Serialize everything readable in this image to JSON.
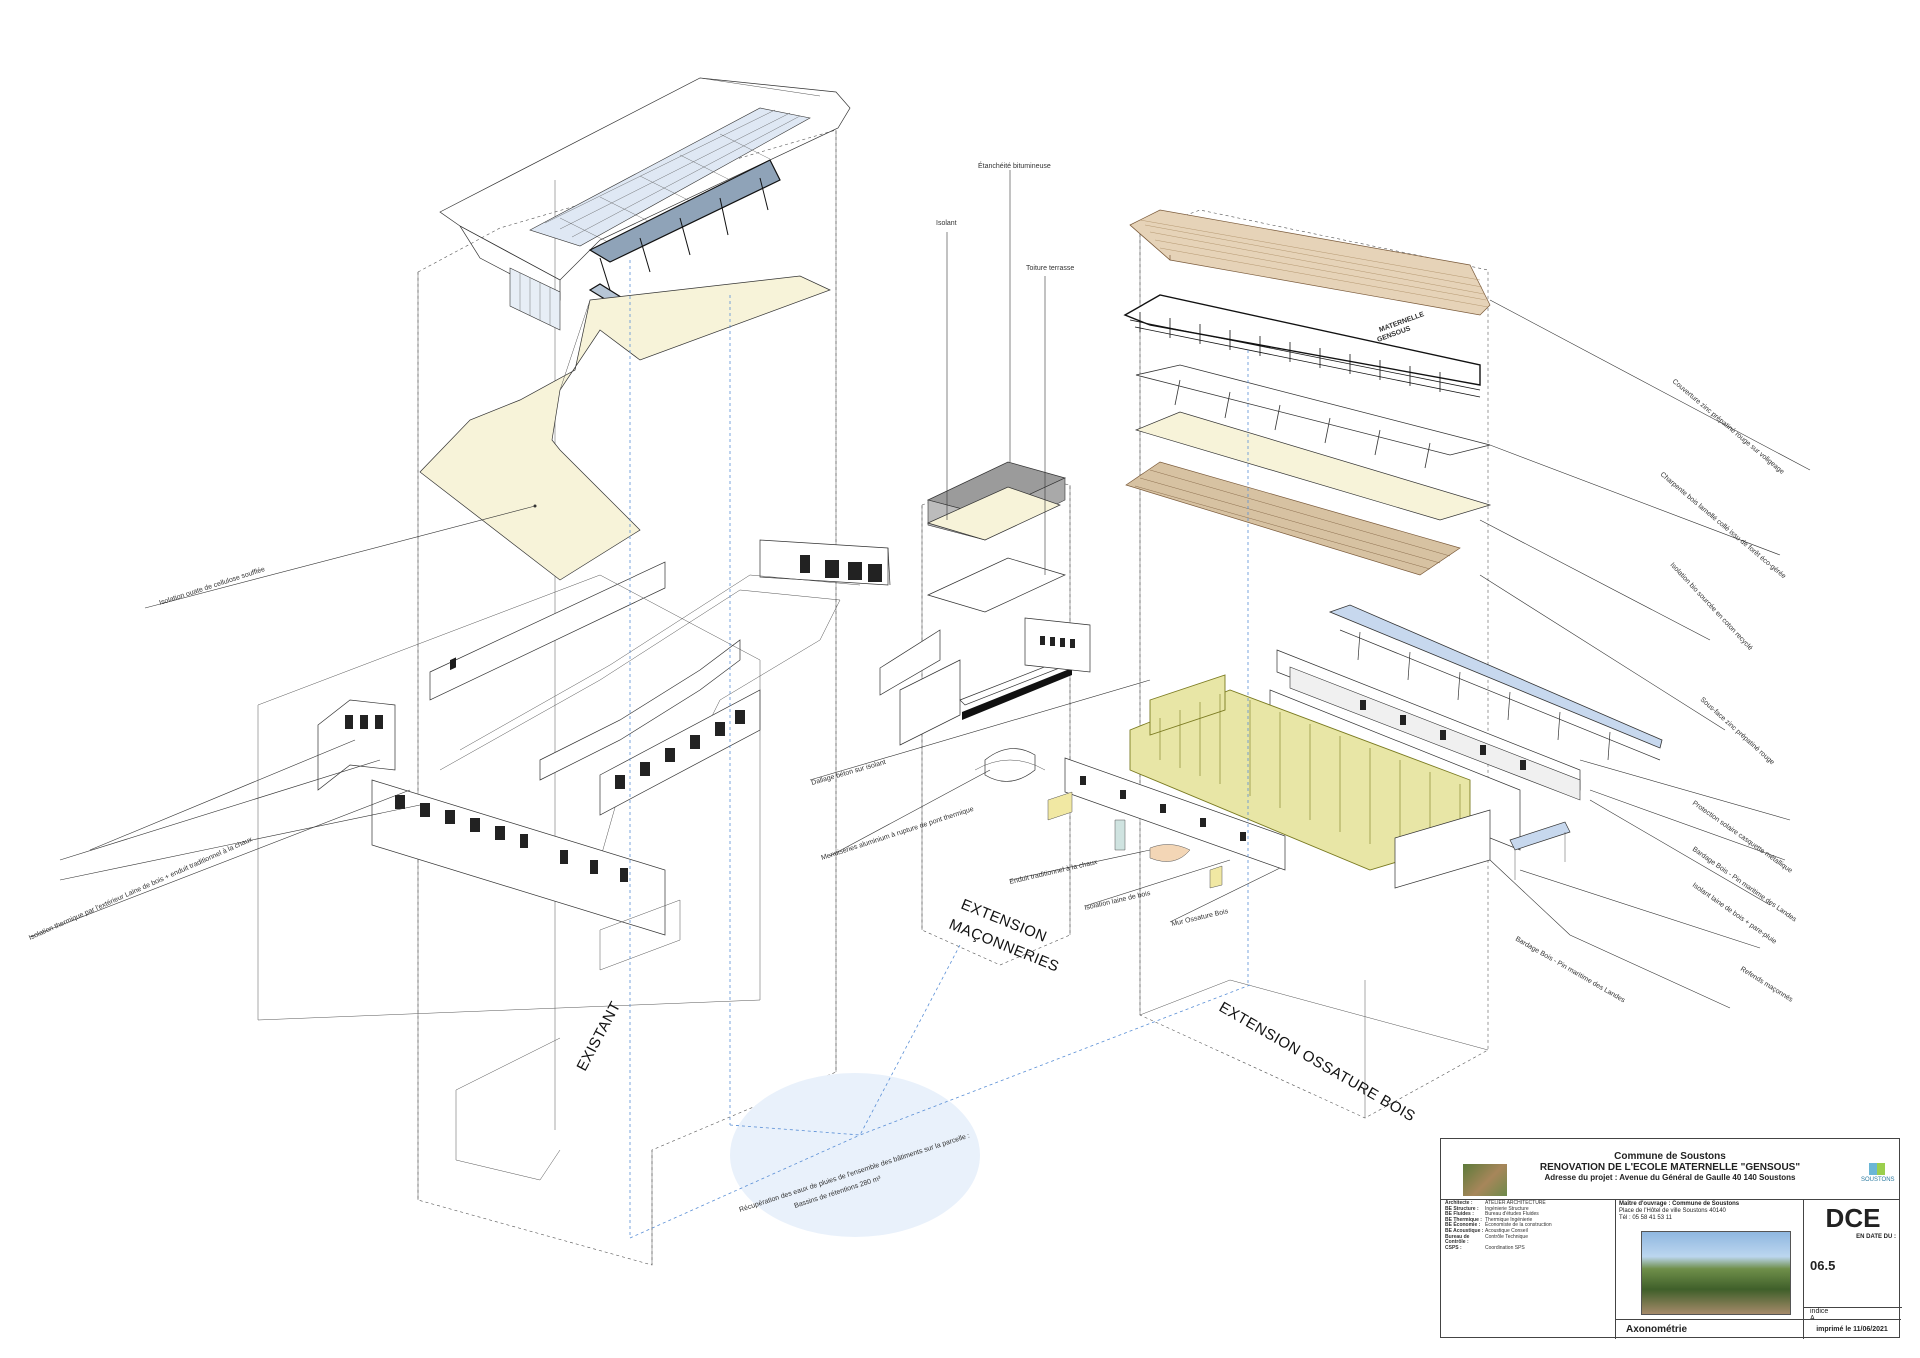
{
  "drawing": {
    "labels": {
      "etancheite": "Étanchéité bitumineuse",
      "isolant": "Isolant",
      "toiture": "Toiture terrasse",
      "isolation_ouate": "Isolation ouate de cellulose soufflée",
      "isolation_thermique": "Isolation thermique par l'extérieur Laine de bois + enduit traditionnel à la chaux",
      "dallage": "Dallage béton sur isolant",
      "menuiseries": "Menuiseries aluminium à rupture de pont thermique",
      "enduit": "Enduit traditionnel à la chaux",
      "isolation_laine": "Isolation laine de bois",
      "mur_ossature": "Mur Ossature Bois",
      "recup_line1": "Récupération des eaux de pluies de l'ensemble des bâtiments sur la parcelle :",
      "recup_line2": "Bassins de rétentions 280 m³",
      "couverture": "Couverture zinc prépatiné rouge sur voligeage",
      "charpente": "Charpente bois lamellé collé issu de forêt éco-gérée",
      "isolation_biosourcee": "Isolation bio sourcée en coton recyclé",
      "sous_face": "Sous-face zinc prépatiné rouge",
      "protection_solaire": "Protection solaire casquette métallique",
      "bardage1": "Bardage Bois - Pin maritime des Landes",
      "isolant_laine_pare_pluie": "Isolant laine de bois + pare-pluie",
      "bardage2": "Bardage Bois - Pin maritime des Landes",
      "refends": "Refends maçonnés",
      "existant": "EXISTANT",
      "ext_maconneries_l1": "EXTENSION",
      "ext_maconneries_l2": "MAÇONNERIES",
      "ext_ossature": "EXTENSION OSSATURE BOIS",
      "signage_l1": "MATERNELLE",
      "signage_l2": "GENSOUS"
    }
  },
  "titleblock": {
    "commune": "Commune de Soustons",
    "project": "RENOVATION DE L'ECOLE MATERNELLE \"GENSOUS\"",
    "address": "Adresse du projet : Avenue du Général de Gaulle 40 140 Soustons",
    "logo_text": "SOUSTONS",
    "mo_title": "Maître d'ouvrage : Commune de Soustons",
    "mo_addr": "Place de l'Hôtel de ville Soustons 40140",
    "mo_tel": "Tél : 05 58 41 53 11",
    "list": [
      {
        "k": "Architecte :",
        "v": "ATELIER ARCHITECTURE"
      },
      {
        "k": "BE Structure :",
        "v": "Ingénierie Structure"
      },
      {
        "k": "BE Fluides :",
        "v": "Bureau d'études Fluides"
      },
      {
        "k": "BE Thermique :",
        "v": "Thermique Ingénierie"
      },
      {
        "k": "BE Économie :",
        "v": "Économiste de la construction"
      },
      {
        "k": "BE Acoustique :",
        "v": "Acoustique Conseil"
      },
      {
        "k": "Bureau de Contrôle :",
        "v": "Contrôle Technique"
      },
      {
        "k": "CSPS :",
        "v": "Coordination SPS"
      }
    ],
    "phase": "DCE",
    "date_label": "EN DATE DU :",
    "sheet": "06.5",
    "indice_label": "indice",
    "indice_value": "A",
    "sheet_title": "Axonométrie",
    "printed": "imprimé le 11/06/2021"
  }
}
